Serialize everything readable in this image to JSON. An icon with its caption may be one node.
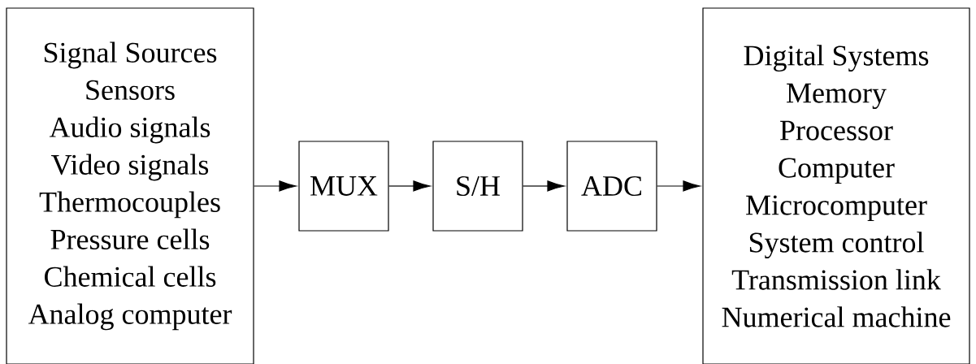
{
  "diagram": {
    "nodes": [
      {
        "text": [
          "Signal Sources",
          "Sensors",
          "Audio signals",
          "Video signals",
          "Thermocouples",
          "Pressure cells",
          "Chemical cells",
          "Analog computer"
        ]
      },
      {
        "text": [
          "MUX"
        ]
      },
      {
        "text": [
          "S/H"
        ]
      },
      {
        "text": [
          "ADC"
        ]
      },
      {
        "text": [
          "Digital Systems",
          "Memory",
          "Processor",
          "Computer",
          "Microcomputer",
          "System control",
          "Transmission link",
          "Numerical machine"
        ]
      }
    ],
    "edges": [
      {
        "from": 0,
        "to": 1,
        "arrow": "to"
      },
      {
        "from": 1,
        "to": 2,
        "arrow": "to"
      },
      {
        "from": 2,
        "to": 3,
        "arrow": "to"
      },
      {
        "from": 3,
        "to": 4,
        "arrow": "to"
      }
    ]
  }
}
